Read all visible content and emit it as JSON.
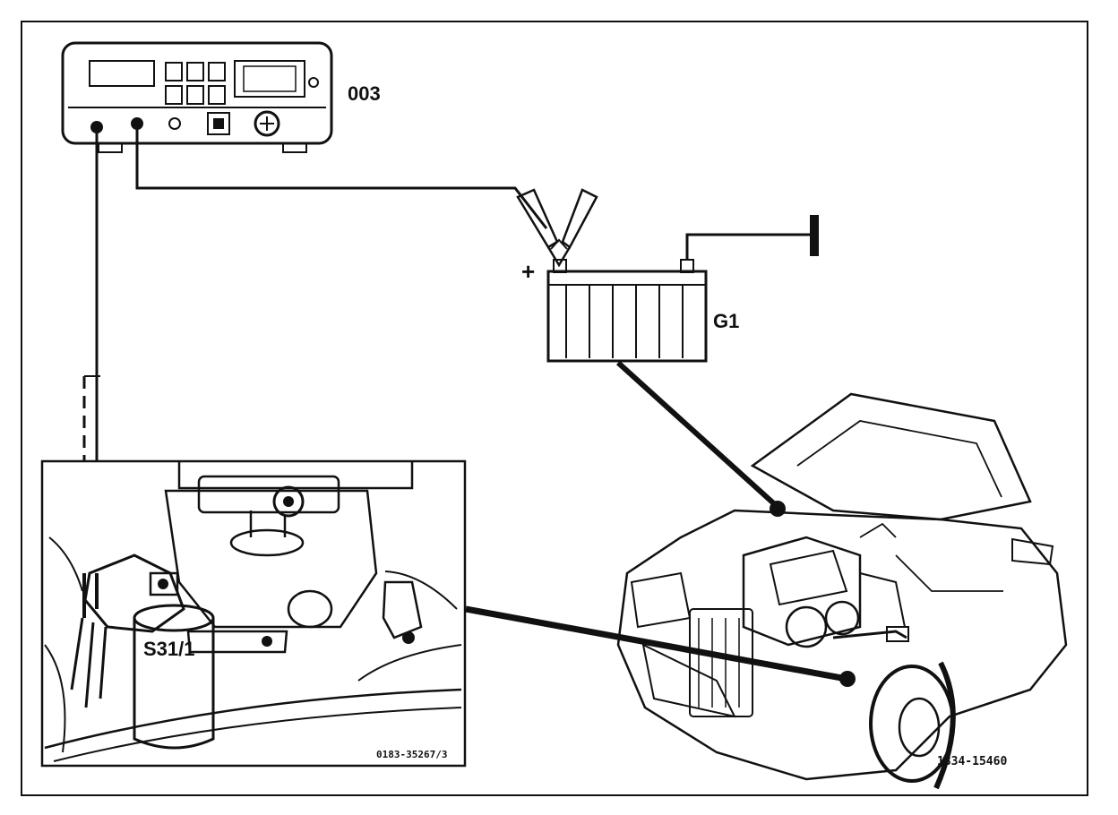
{
  "labels": {
    "tester": "003",
    "battery": "G1",
    "battery_plus": "+",
    "switch": "S31/1",
    "inset_ref": "0183-35267/3",
    "figure_ref": "1834-15460"
  },
  "colors": {
    "ink": "#111111",
    "background": "#ffffff"
  },
  "icons": {
    "ground": "ground-symbol-icon",
    "clamps": "battery-clamp-icon"
  }
}
